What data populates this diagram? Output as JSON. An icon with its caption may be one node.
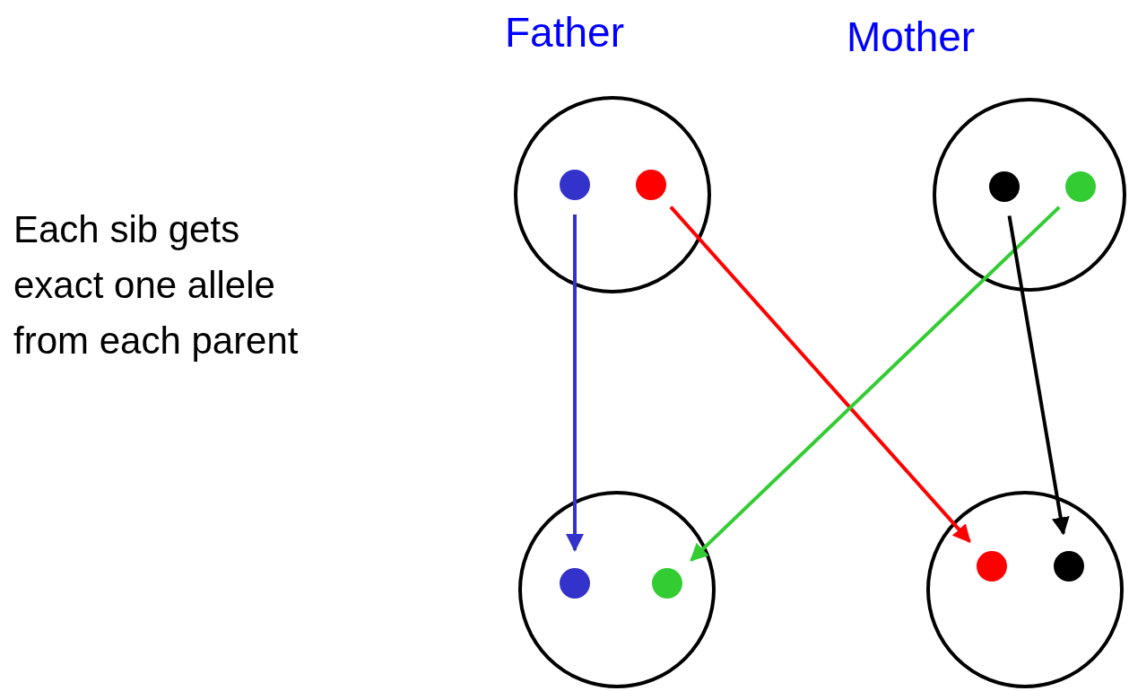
{
  "diagram": {
    "nodes": [
      {
        "text": [
          "Father"
        ]
      },
      {
        "text": [],
        "shape": "circle",
        "in": 0
      },
      {
        "text": [],
        "shape": "circle",
        "in": 0
      },
      {
        "text": [
          "Mother"
        ]
      },
      {
        "text": [],
        "shape": "circle",
        "in": 3
      },
      {
        "text": [],
        "shape": "circle",
        "in": 3
      },
      {
        "text": [],
        "shape": "circle"
      },
      {
        "text": [],
        "shape": "circle",
        "in": 6
      },
      {
        "text": [],
        "shape": "circle",
        "in": 6
      },
      {
        "text": [],
        "shape": "circle"
      },
      {
        "text": [],
        "shape": "circle",
        "in": 9
      },
      {
        "text": [],
        "shape": "circle",
        "in": 9
      }
    ],
    "edges": [
      {
        "from": 1,
        "to": 7,
        "arrow": "to",
        "color": "#3333cc"
      },
      {
        "from": 2,
        "to": 10,
        "arrow": "to",
        "color": "#ff0000"
      },
      {
        "from": 5,
        "to": 8,
        "arrow": "to",
        "color": "#33cc33"
      },
      {
        "from": 4,
        "to": 11,
        "arrow": "to",
        "color": "#000000"
      }
    ],
    "labels": [
      "Each sib gets exact one allele from each parent"
    ]
  }
}
